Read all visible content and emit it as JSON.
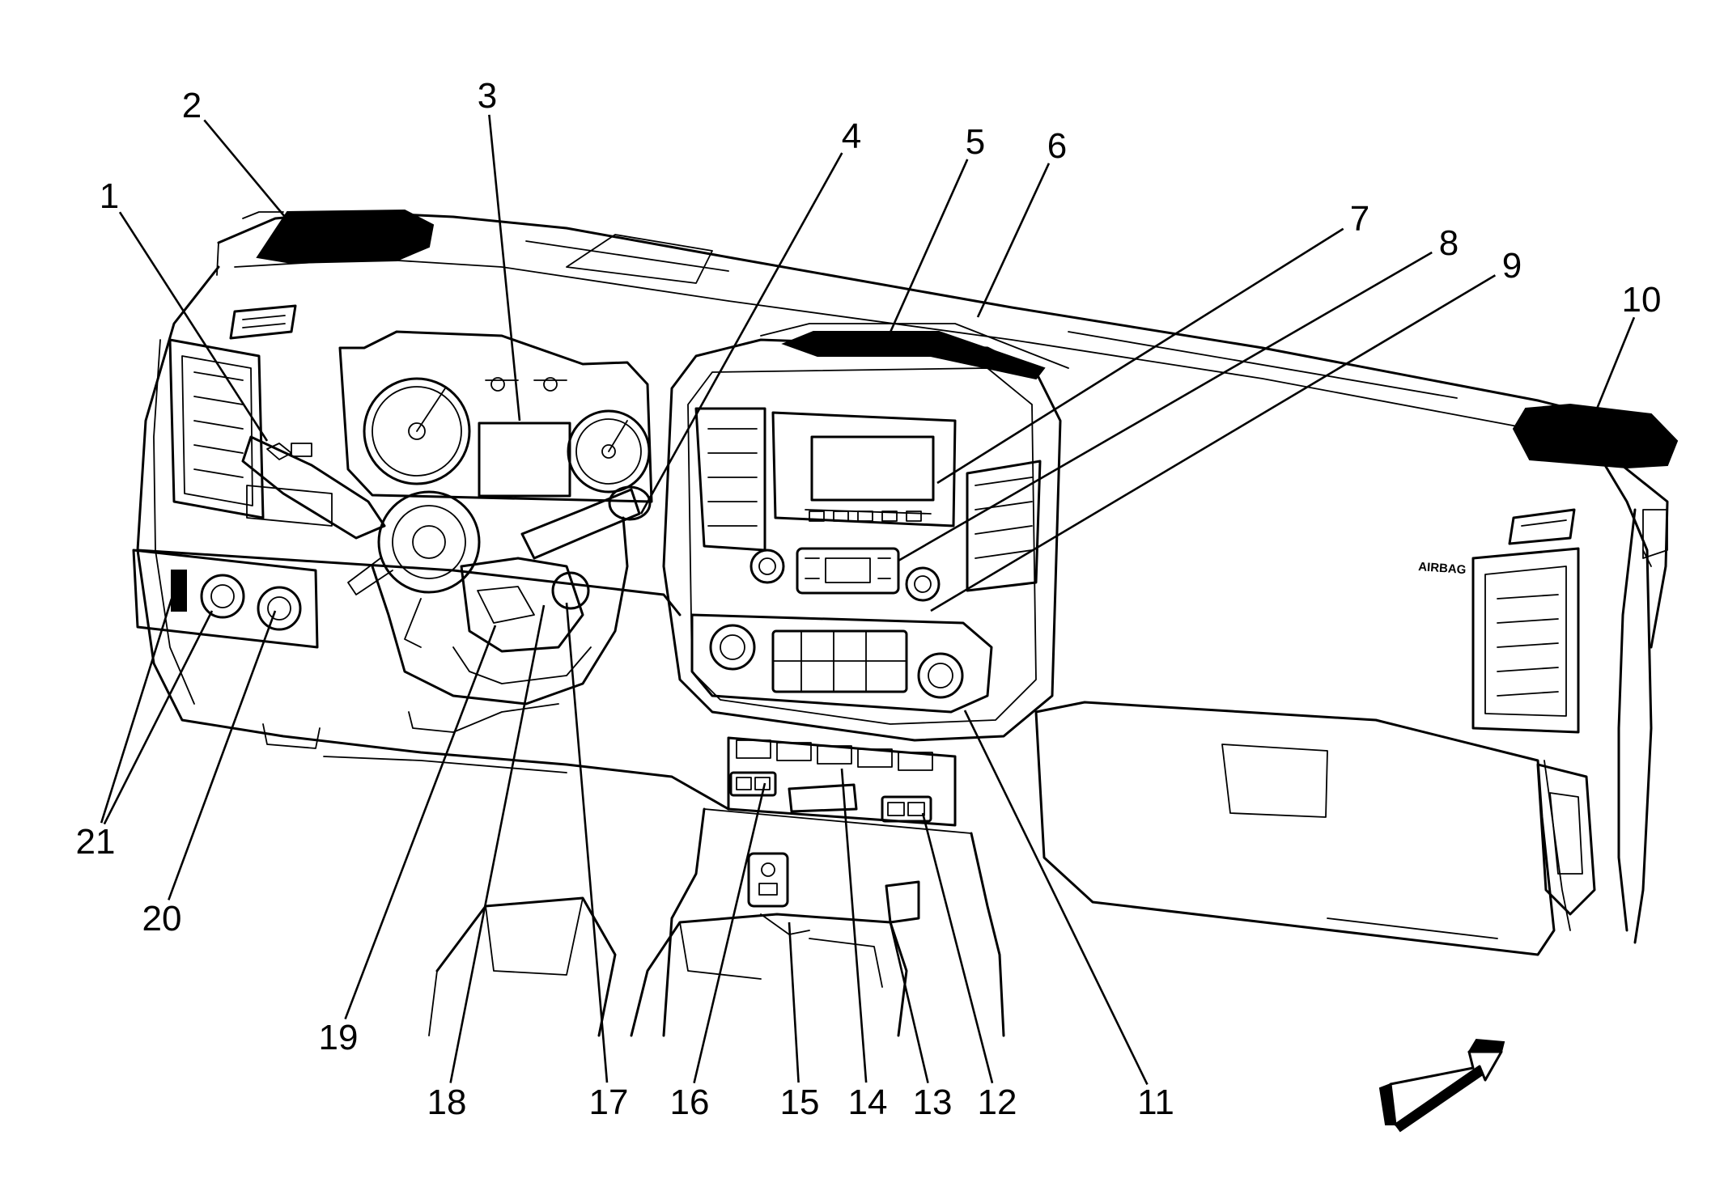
{
  "diagram": {
    "callouts": [
      {
        "num": "1",
        "label": [
          135,
          242
        ],
        "target": [
          330,
          545
        ]
      },
      {
        "num": "2",
        "label": [
          237,
          130
        ],
        "target": [
          352,
          268
        ]
      },
      {
        "num": "3",
        "label": [
          602,
          118
        ],
        "target": [
          642,
          520
        ]
      },
      {
        "num": "4",
        "label": [
          1052,
          168
        ],
        "target": [
          792,
          635
        ]
      },
      {
        "num": "5",
        "label": [
          1205,
          175
        ],
        "target": [
          1098,
          415
        ]
      },
      {
        "num": "6",
        "label": [
          1306,
          180
        ],
        "target": [
          1208,
          392
        ]
      },
      {
        "num": "7",
        "label": [
          1680,
          270
        ],
        "target": [
          1158,
          597
        ]
      },
      {
        "num": "8",
        "label": [
          1790,
          300
        ],
        "target": [
          1110,
          693
        ]
      },
      {
        "num": "9",
        "label": [
          1868,
          328
        ],
        "target": [
          1150,
          755
        ]
      },
      {
        "num": "10",
        "label": [
          2028,
          370
        ],
        "target": [
          1958,
          542
        ]
      },
      {
        "num": "11",
        "label": [
          1428,
          1362
        ],
        "target": [
          1192,
          878
        ]
      },
      {
        "num": "12",
        "label": [
          1232,
          1362
        ],
        "target": [
          1140,
          1005
        ]
      },
      {
        "num": "13",
        "label": [
          1152,
          1362
        ],
        "target": [
          1100,
          1140
        ]
      },
      {
        "num": "14",
        "label": [
          1072,
          1362
        ],
        "target": [
          1040,
          950
        ]
      },
      {
        "num": "15",
        "label": [
          988,
          1362
        ],
        "target": [
          975,
          1140
        ]
      },
      {
        "num": "16",
        "label": [
          852,
          1362
        ],
        "target": [
          945,
          968
        ]
      },
      {
        "num": "17",
        "label": [
          752,
          1362
        ],
        "target": [
          700,
          745
        ]
      },
      {
        "num": "18",
        "label": [
          552,
          1362
        ],
        "target": [
          672,
          748
        ]
      },
      {
        "num": "19",
        "label": [
          418,
          1282
        ],
        "target": [
          612,
          773
        ]
      },
      {
        "num": "20",
        "label": [
          200,
          1135
        ],
        "target": [
          340,
          755
        ]
      },
      {
        "num": "21",
        "label": [
          118,
          1040
        ],
        "targets": [
          [
            212,
            740
          ],
          [
            262,
            755
          ]
        ]
      }
    ],
    "airbag_label": "AIRBAG",
    "direction_arrow": "front-arrow"
  }
}
